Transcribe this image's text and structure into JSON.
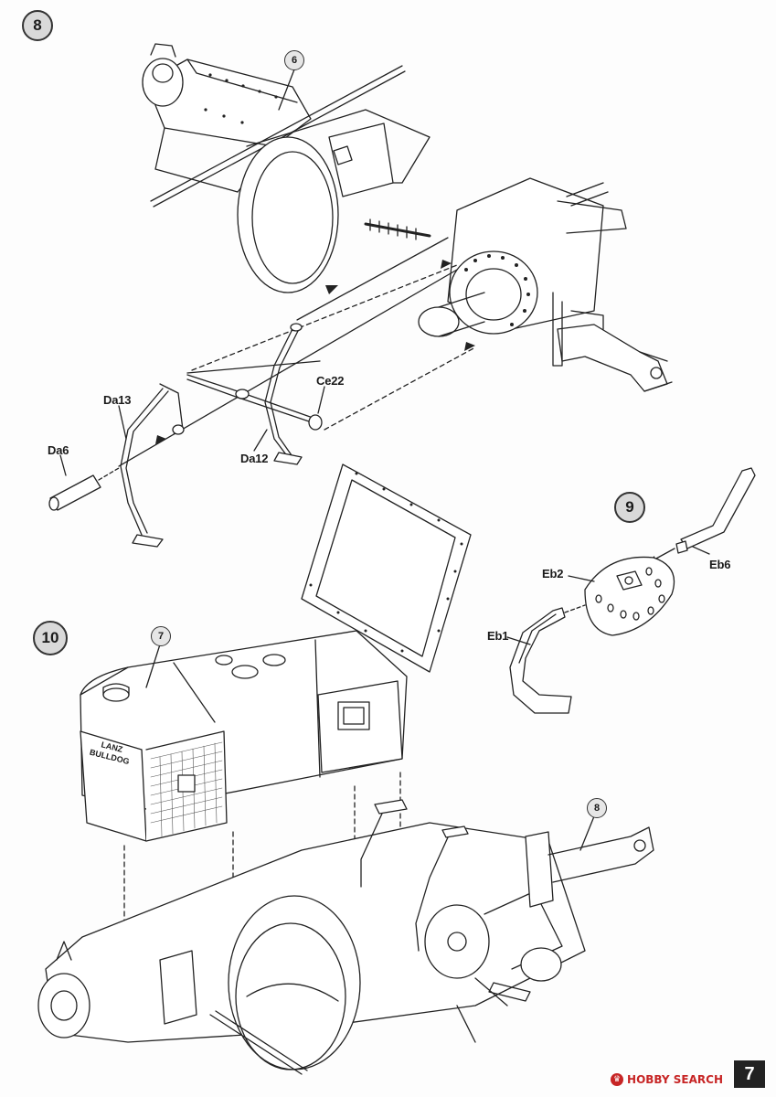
{
  "steps": [
    {
      "number": "8"
    },
    {
      "number": "9"
    },
    {
      "number": "10"
    }
  ],
  "parts": {
    "da6": "Da6",
    "da13": "Da13",
    "da12": "Da12",
    "ce22": "Ce22",
    "eb1": "Eb1",
    "eb2": "Eb2",
    "eb6": "Eb6"
  },
  "callouts": {
    "six": "6",
    "seven": "7",
    "eight": "8"
  },
  "grille_lettering": "LANZ BULLDOG",
  "page_number": "7",
  "watermark": {
    "brand": "HOBBY SEARCH",
    "icon": "crown-icon",
    "color": "#c72525"
  }
}
